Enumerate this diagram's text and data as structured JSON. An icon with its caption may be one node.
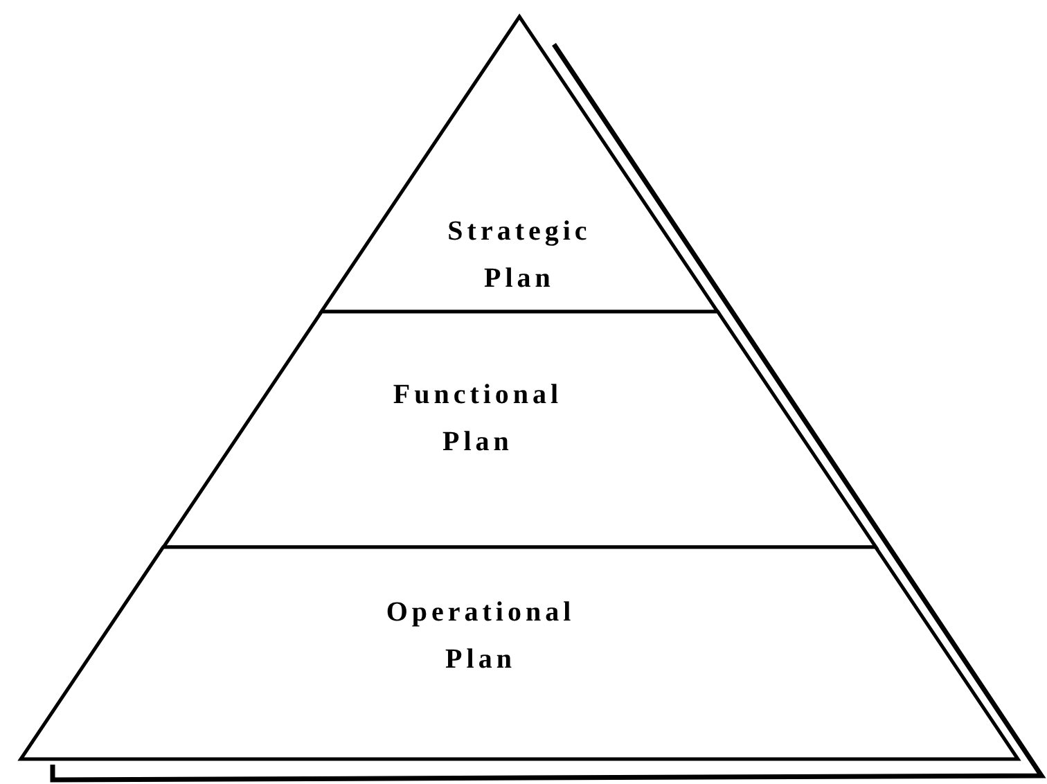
{
  "diagram": {
    "nodes": [
      {
        "text": [
          "Strategic Plan"
        ]
      },
      {
        "text": [
          "Functional Plan"
        ]
      },
      {
        "text": [
          "Operational Plan"
        ]
      }
    ]
  }
}
